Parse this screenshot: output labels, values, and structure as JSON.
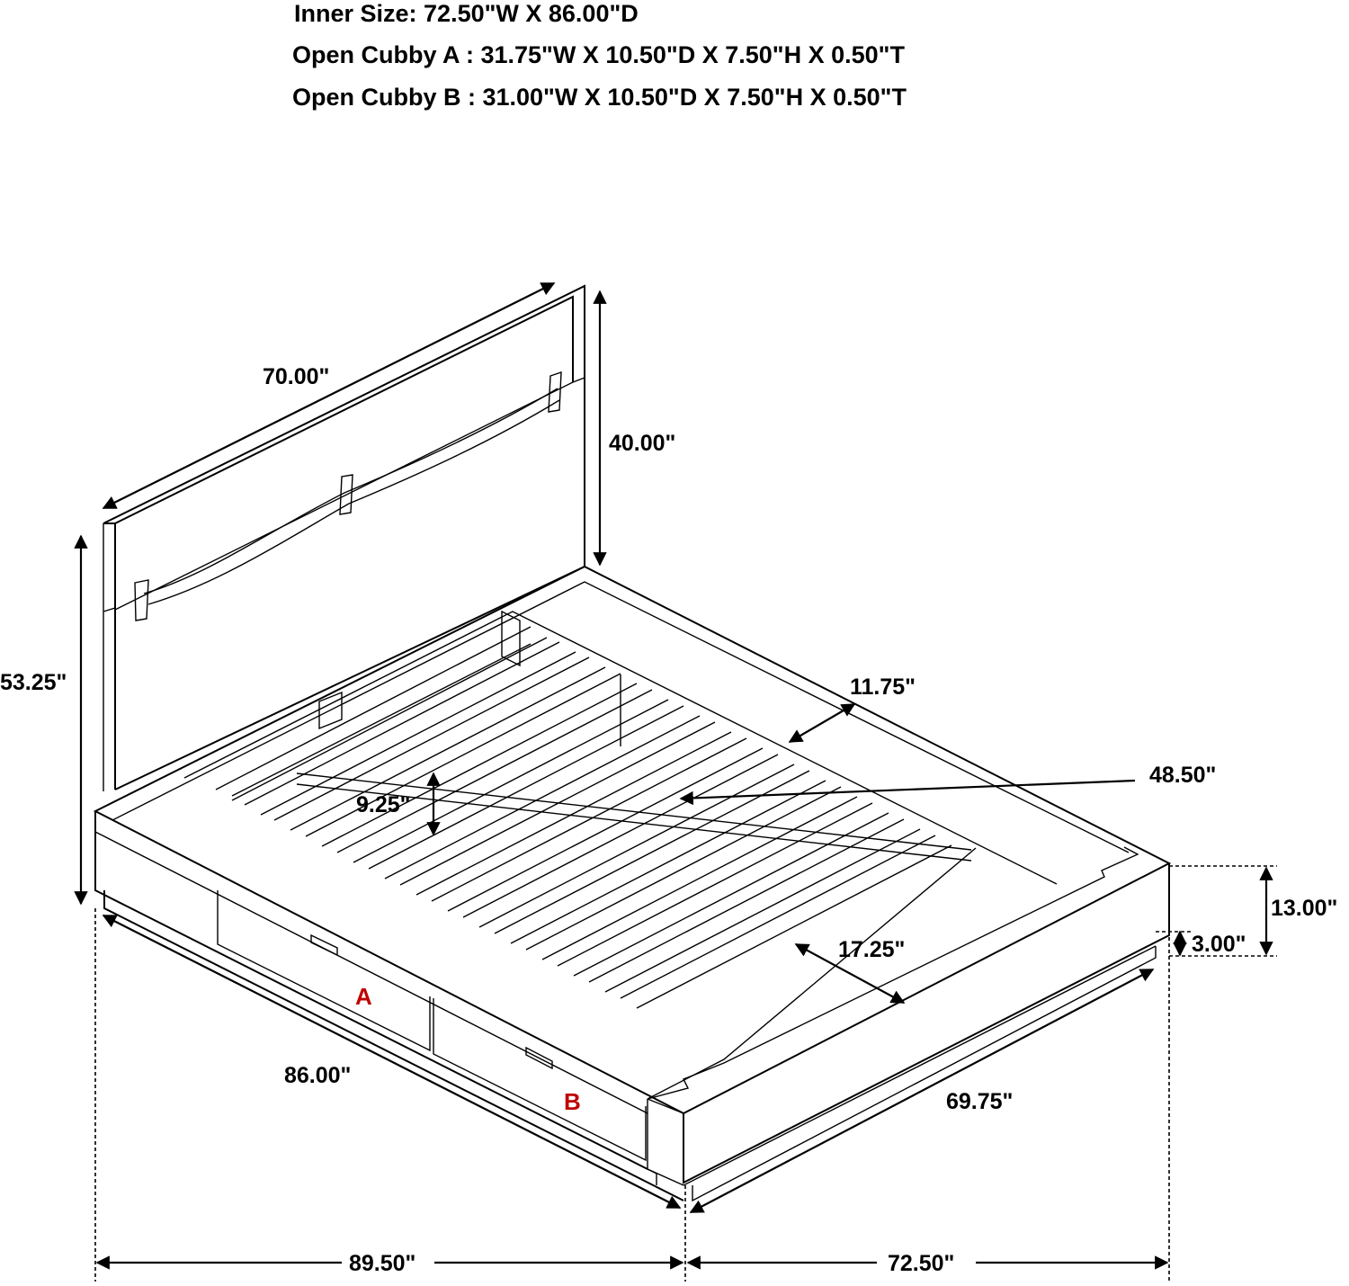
{
  "header": {
    "inner_size": "Inner Size: 72.50\"W X 86.00\"D",
    "cubby_a": "Open Cubby A : 31.75\"W X 10.50\"D X 7.50\"H X 0.50\"T",
    "cubby_b": "Open Cubby B : 31.00\"W X 10.50\"D X 7.50\"H X 0.50\"T"
  },
  "dimensions": {
    "headboard_width": "70.00\"",
    "headboard_height": "40.00\"",
    "total_height": "53.25\"",
    "side_rail_width": "11.75\"",
    "slat_span": "48.50\"",
    "rail_depth": "9.25\"",
    "footboard_height": "13.00\"",
    "base_height": "3.00\"",
    "footboard_depth": "17.25\"",
    "inner_length": "86.00\"",
    "inner_width": "69.75\"",
    "overall_length": "89.50\"",
    "overall_width": "72.50\""
  },
  "cubby_labels": {
    "a": "A",
    "b": "B"
  },
  "colors": {
    "line": "#000000",
    "cubby_label": "#c00000",
    "background": "#ffffff"
  }
}
